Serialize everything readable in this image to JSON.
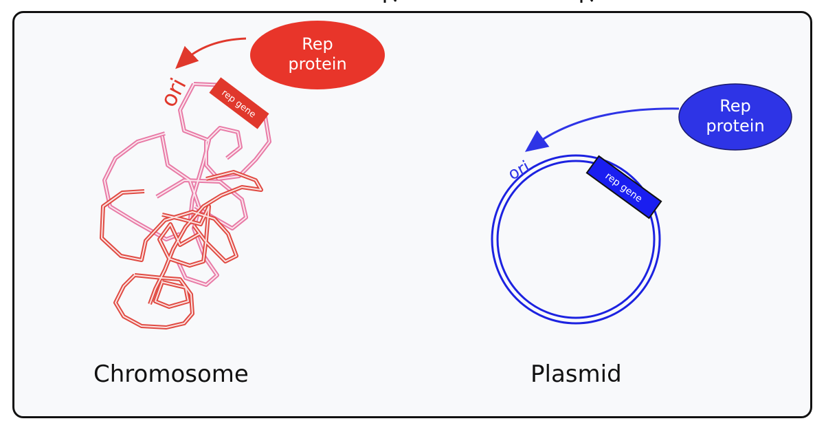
{
  "chromosome": {
    "caption": "Chromosome",
    "ori_label": "ori",
    "gene_label": "rep gene",
    "protein_label_line1": "Rep",
    "protein_label_line2": "protein",
    "protein_color": "#e8352a",
    "strand_color_light": "#e87aa6",
    "strand_color_dark": "#e04a42"
  },
  "plasmid": {
    "caption": "Plasmid",
    "ori_label": "ori",
    "gene_label": "rep gene",
    "protein_label_line1": "Rep",
    "protein_label_line2": "protein",
    "protein_color": "#2e34e6",
    "ring_color": "#1c22e0"
  }
}
